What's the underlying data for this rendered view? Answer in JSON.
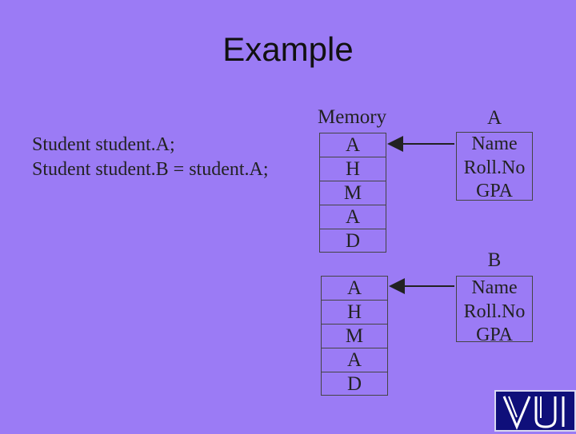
{
  "title": "Example",
  "code_lines": [
    "Student student.A;",
    "Student student.B = student.A;"
  ],
  "memory_label": "Memory",
  "memory_block_a": [
    "A",
    "H",
    "M",
    "A",
    "D"
  ],
  "memory_block_b": [
    "A",
    "H",
    "M",
    "A",
    "D"
  ],
  "object_a": {
    "label": "A",
    "fields": [
      "Name",
      "Roll.No",
      "GPA"
    ]
  },
  "object_b": {
    "label": "B",
    "fields": [
      "Name",
      "Roll.No",
      "GPA"
    ]
  },
  "logo": {
    "text": "VU",
    "colors": {
      "background": "#0f0f7a",
      "letters": "#ffffff"
    }
  },
  "colors": {
    "background": "#9b7bf5"
  }
}
